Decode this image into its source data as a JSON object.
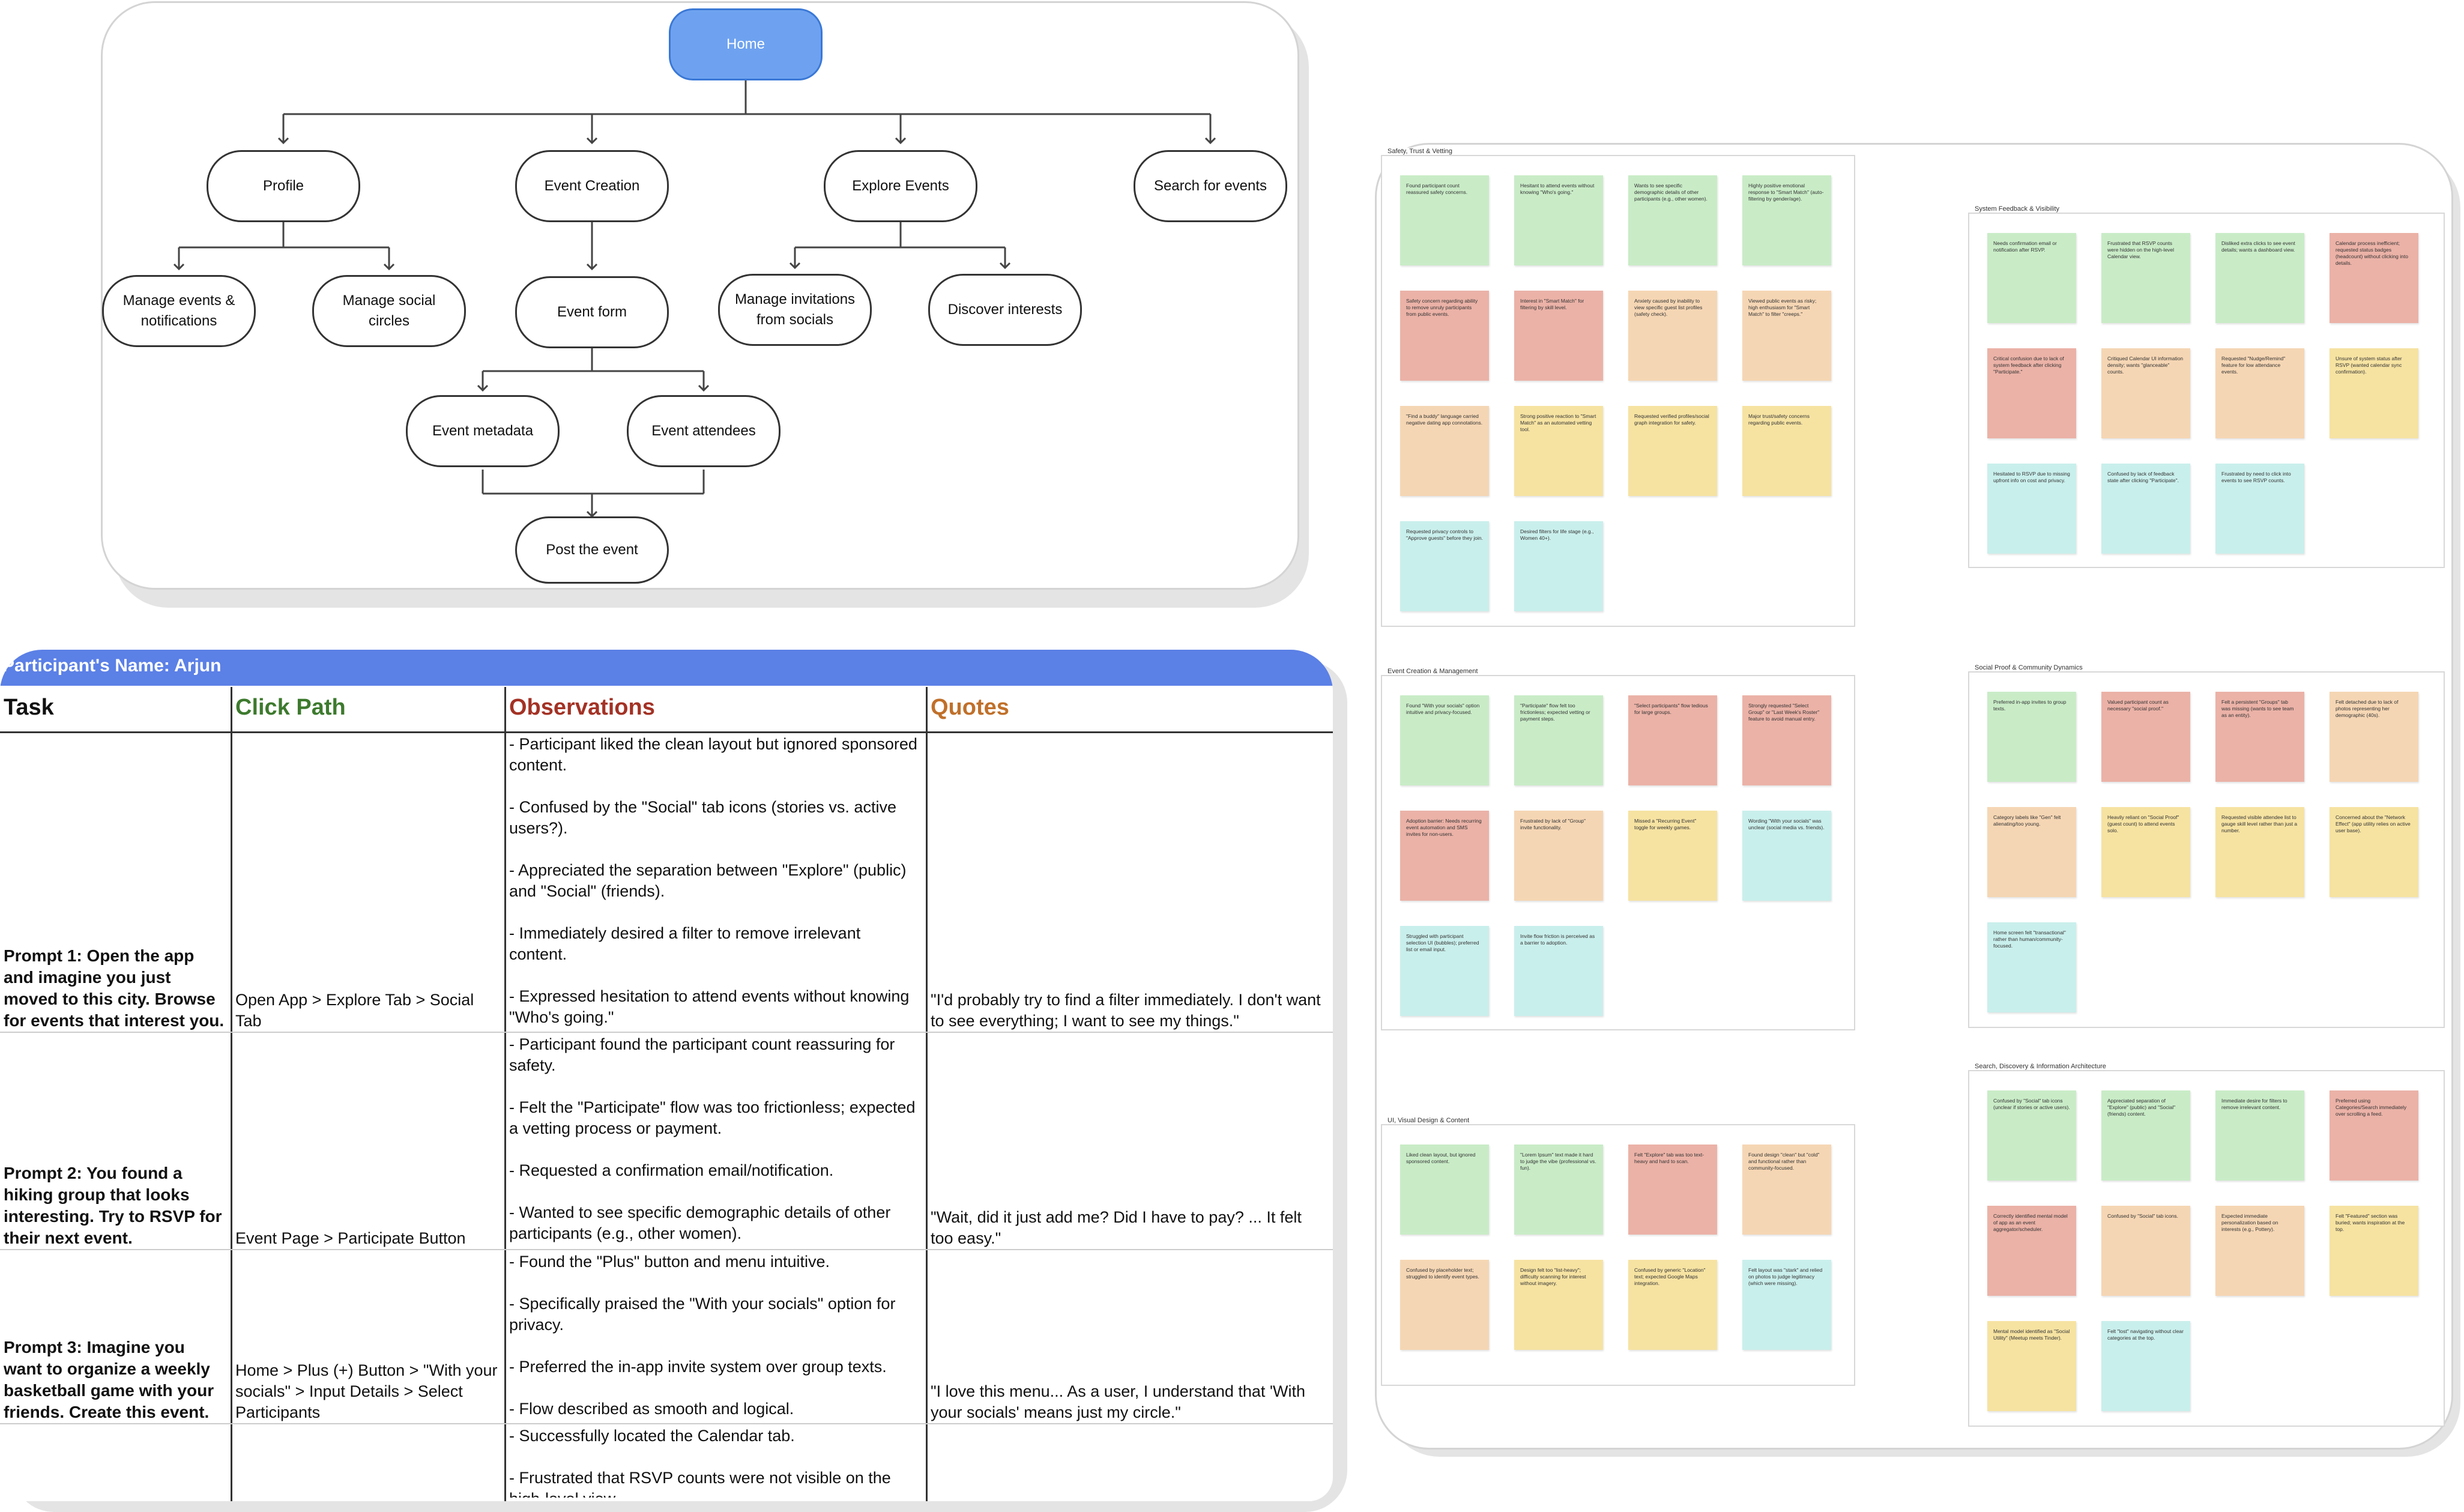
{
  "sitemap": {
    "nodes": {
      "home": "Home",
      "profile": "Profile",
      "event_creation": "Event Creation",
      "explore_events": "Explore Events",
      "search": "Search for events",
      "manage_events": "Manage events & notifications",
      "manage_social": "Manage social circles",
      "event_form": "Event form",
      "manage_invitations": "Manage invitations from socials",
      "discover_interests": "Discover interests",
      "event_metadata": "Event metadata",
      "event_attendees": "Event attendees",
      "post_event": "Post the event"
    }
  },
  "research_table": {
    "participant": "Participant's Name: Arjun",
    "headers": {
      "task": "Task",
      "click_path": "Click Path",
      "observations": "Observations",
      "quotes": "Quotes"
    },
    "header_colors": {
      "task": "#111111",
      "click_path": "#3d7a2e",
      "observations": "#a33225",
      "quotes": "#c0702a"
    },
    "rows": [
      {
        "task": "Prompt 1: Open the app and imagine you just moved to this city. Browse for events that interest you.",
        "click_path": "Open App > Explore Tab > Social Tab",
        "observations": "- Participant liked the clean layout but ignored sponsored content.\n\n- Confused by the \"Social\" tab icons (stories vs. active users?).\n\n- Appreciated the separation between \"Explore\" (public) and \"Social\" (friends).\n\n- Immediately desired a filter to remove irrelevant content.\n\n- Expressed hesitation to attend events without knowing \"Who's going.\"",
        "quote": "\"I'd probably try to find a filter immediately. I don't want to see everything; I want to see my things.\""
      },
      {
        "task": "Prompt 2: You found a hiking group that looks interesting. Try to RSVP for their next event.",
        "click_path": "Event Page > Participate Button",
        "observations": "- Participant found the participant count reassuring for safety.\n\n- Felt the \"Participate\" flow was too frictionless; expected a vetting process or payment.\n\n- Requested a confirmation email/notification.\n\n- Wanted to see specific demographic details of other participants (e.g., other women).",
        "quote": "\"Wait, did it just add me? Did I have to pay? ... It felt too easy.\""
      },
      {
        "task": "Prompt 3: Imagine you want to organize a weekly basketball game with your friends. Create this event.",
        "click_path": "Home > Plus (+) Button > \"With your socials\" > Input Details > Select Participants",
        "observations": "- Found the \"Plus\" button and menu intuitive.\n\n- Specifically praised the \"With your socials\" option for privacy.\n\n- Preferred the in-app invite system over group texts.\n\n- Flow described as smooth and logical.",
        "quote": "\"I love this menu... As a user, I understand that 'With your socials' means just my circle.\""
      },
      {
        "task": "",
        "click_path": "",
        "observations": "- Successfully located the Calendar tab.\n\n- Frustrated that RSVP counts were not visible on the high-level view.",
        "quote": ""
      }
    ]
  },
  "affinity_board": {
    "colors": {
      "green": "#c9ecc7",
      "red": "#ebb2a7",
      "orange": "#f5d6b4",
      "yellow": "#f6e3a2",
      "teal": "#c9efec"
    },
    "clusters": [
      {
        "title": "Safety, Trust & Vetting",
        "notes": [
          {
            "c": "green",
            "t": "Found participant count reassured safety concerns."
          },
          {
            "c": "green",
            "t": "Hesitant to attend events without knowing \"Who's going.\""
          },
          {
            "c": "green",
            "t": "Wants to see specific demographic details of other participants (e.g., other women)."
          },
          {
            "c": "green",
            "t": "Highly positive emotional response to \"Smart Match\" (auto-filtering by gender/age)."
          },
          {
            "c": "red",
            "t": "Safety concern regarding ability to remove unruly participants from public events."
          },
          {
            "c": "red",
            "t": "Interest in \"Smart Match\" for filtering by skill level."
          },
          {
            "c": "orange",
            "t": "Anxiety caused by inability to view specific guest list profiles (safety check)."
          },
          {
            "c": "orange",
            "t": "Viewed public events as risky; high enthusiasm for \"Smart Match\" to filter \"creeps.\""
          },
          {
            "c": "orange",
            "t": "\"Find a buddy\" language carried negative dating app connotations."
          },
          {
            "c": "yellow",
            "t": "Strong positive reaction to \"Smart Match\" as an automated vetting tool."
          },
          {
            "c": "yellow",
            "t": "Requested verified profiles/social graph integration for safety."
          },
          {
            "c": "yellow",
            "t": "Major trust/safety concerns regarding public events."
          },
          {
            "c": "teal",
            "t": "Requested privacy controls to \"Approve guests\" before they join."
          },
          {
            "c": "teal",
            "t": "Desired filters for life stage (e.g., Women 40+)."
          }
        ]
      },
      {
        "title": "System Feedback & Visibility",
        "notes": [
          {
            "c": "green",
            "t": "Needs confirmation email or notification after RSVP."
          },
          {
            "c": "green",
            "t": "Frustrated that RSVP counts were hidden on the high-level Calendar view."
          },
          {
            "c": "green",
            "t": "Disliked extra clicks to see event details; wants a dashboard view."
          },
          {
            "c": "red",
            "t": "Calendar process inefficient; requested status badges (headcount) without clicking into details."
          },
          {
            "c": "red",
            "t": "Critical confusion due to lack of system feedback after clicking \"Participate.\""
          },
          {
            "c": "orange",
            "t": "Critiqued Calendar UI information density; wants \"glanceable\" counts."
          },
          {
            "c": "orange",
            "t": "Requested \"Nudge/Remind\" feature for low attendance events."
          },
          {
            "c": "yellow",
            "t": "Unsure of system status after RSVP (wanted calendar sync confirmation)."
          },
          {
            "c": "teal",
            "t": "Hesitated to RSVP due to missing upfront info on cost and privacy."
          },
          {
            "c": "teal",
            "t": "Confused by lack of feedback state after clicking \"Participate\"."
          },
          {
            "c": "teal",
            "t": "Frustrated by need to click into events to see RSVP counts."
          }
        ]
      },
      {
        "title": "Event Creation & Management",
        "notes": [
          {
            "c": "green",
            "t": "Found \"With your socials\" option intuitive and privacy-focused."
          },
          {
            "c": "green",
            "t": "\"Participate\" flow felt too frictionless; expected vetting or payment steps."
          },
          {
            "c": "red",
            "t": "\"Select participants\" flow tedious for large groups."
          },
          {
            "c": "red",
            "t": "Strongly requested \"Select Group\" or \"Last Week's Roster\" feature to avoid manual entry."
          },
          {
            "c": "red",
            "t": "Adoption barrier: Needs recurring event automation and SMS invites for non-users."
          },
          {
            "c": "orange",
            "t": "Frustrated by lack of \"Group\" invite functionality."
          },
          {
            "c": "yellow",
            "t": "Missed a \"Recurring Event\" toggle for weekly games."
          },
          {
            "c": "teal",
            "t": "Wording \"With your socials\" was unclear (social media vs. friends)."
          },
          {
            "c": "teal",
            "t": "Struggled with participant selection UI (bubbles); preferred list or email input."
          },
          {
            "c": "teal",
            "t": "Invite flow friction is perceived as a barrier to adoption."
          }
        ]
      },
      {
        "title": "Social Proof & Community Dynamics",
        "notes": [
          {
            "c": "green",
            "t": "Preferred in-app invites to group texts."
          },
          {
            "c": "red",
            "t": "Valued participant count as necessary \"social proof.\""
          },
          {
            "c": "red",
            "t": "Felt a persistent \"Groups\" tab was missing (wants to see team as an entity)."
          },
          {
            "c": "orange",
            "t": "Felt detached due to lack of photos representing her demographic (40s)."
          },
          {
            "c": "orange",
            "t": "Category labels like \"Gen\" felt alienating/too young."
          },
          {
            "c": "yellow",
            "t": "Heavily reliant on \"Social Proof\" (guest count) to attend events solo."
          },
          {
            "c": "yellow",
            "t": "Requested visible attendee list to gauge skill level rather than just a number."
          },
          {
            "c": "yellow",
            "t": "Concerned about the \"Network Effect\" (app utility relies on active user base)."
          },
          {
            "c": "teal",
            "t": "Home screen felt \"transactional\" rather than human/community-focused."
          }
        ]
      },
      {
        "title": "UI, Visual Design & Content",
        "notes": [
          {
            "c": "green",
            "t": "Liked clean layout, but ignored sponsored content."
          },
          {
            "c": "green",
            "t": "\"Lorem Ipsum\" text made it hard to judge the vibe (professional vs. fun)."
          },
          {
            "c": "red",
            "t": "Felt \"Explore\" tab was too text-heavy and hard to scan."
          },
          {
            "c": "orange",
            "t": "Found design \"clean\" but \"cold\" and functional rather than community-focused."
          },
          {
            "c": "orange",
            "t": "Confused by placeholder text; struggled to identify event types."
          },
          {
            "c": "yellow",
            "t": "Design felt too \"list-heavy\"; difficulty scanning for interest without imagery."
          },
          {
            "c": "yellow",
            "t": "Confused by generic \"Location\" text; expected Google Maps integration."
          },
          {
            "c": "teal",
            "t": "Felt layout was \"stark\" and relied on photos to judge legitimacy (which were missing)."
          }
        ]
      },
      {
        "title": "Search, Discovery & Information Architecture",
        "notes": [
          {
            "c": "green",
            "t": "Confused by \"Social\" tab icons (unclear if stories or active users)."
          },
          {
            "c": "green",
            "t": "Appreciated separation of \"Explore\" (public) and \"Social\" (friends) content."
          },
          {
            "c": "green",
            "t": "Immediate desire for filters to remove irrelevant content."
          },
          {
            "c": "red",
            "t": "Preferred using Categories/Search immediately over scrolling a feed."
          },
          {
            "c": "red",
            "t": "Correctly identified mental model of app as an event aggregator/scheduler."
          },
          {
            "c": "orange",
            "t": "Confused by \"Social\" tab icons."
          },
          {
            "c": "orange",
            "t": "Expected immediate personalization based on interests (e.g., Pottery)."
          },
          {
            "c": "yellow",
            "t": "Felt \"Featured\" section was buried; wants inspiration at the top."
          },
          {
            "c": "yellow",
            "t": "Mental model identified as \"Social Utility\" (Meetup meets Tinder)."
          },
          {
            "c": "teal",
            "t": "Felt \"lost\" navigating without clear categories at the top."
          }
        ]
      }
    ]
  }
}
